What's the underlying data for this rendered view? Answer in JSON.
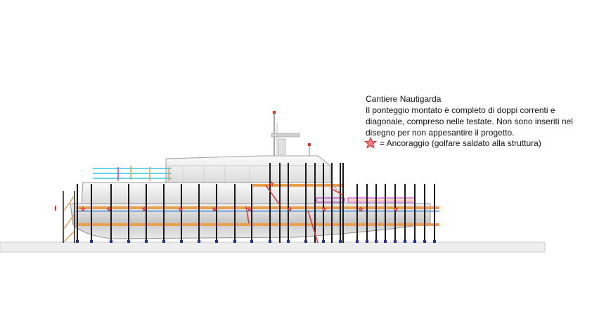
{
  "notes": {
    "title": "Cantiere Nautigarda",
    "lines": [
      "Il ponteggio montato è completo di doppi correnti e",
      "diagonale, compreso nelle testate. Non sono inseriti nel",
      "disegno per non appesantire il progetto."
    ]
  },
  "legend": {
    "icon": "star-icon",
    "label": "= Ancoraggio (golfare saldato alla struttura)"
  },
  "colors": {
    "scaffold_pole": "#1a1a1a",
    "walkway_plank": "#e8a04a",
    "anchor_star": "#e03030",
    "ground": "#e8e8e8",
    "railing_cyan": "#30c8e0",
    "railing_magenta": "#c040c0",
    "hull": "#b8b8b8"
  }
}
